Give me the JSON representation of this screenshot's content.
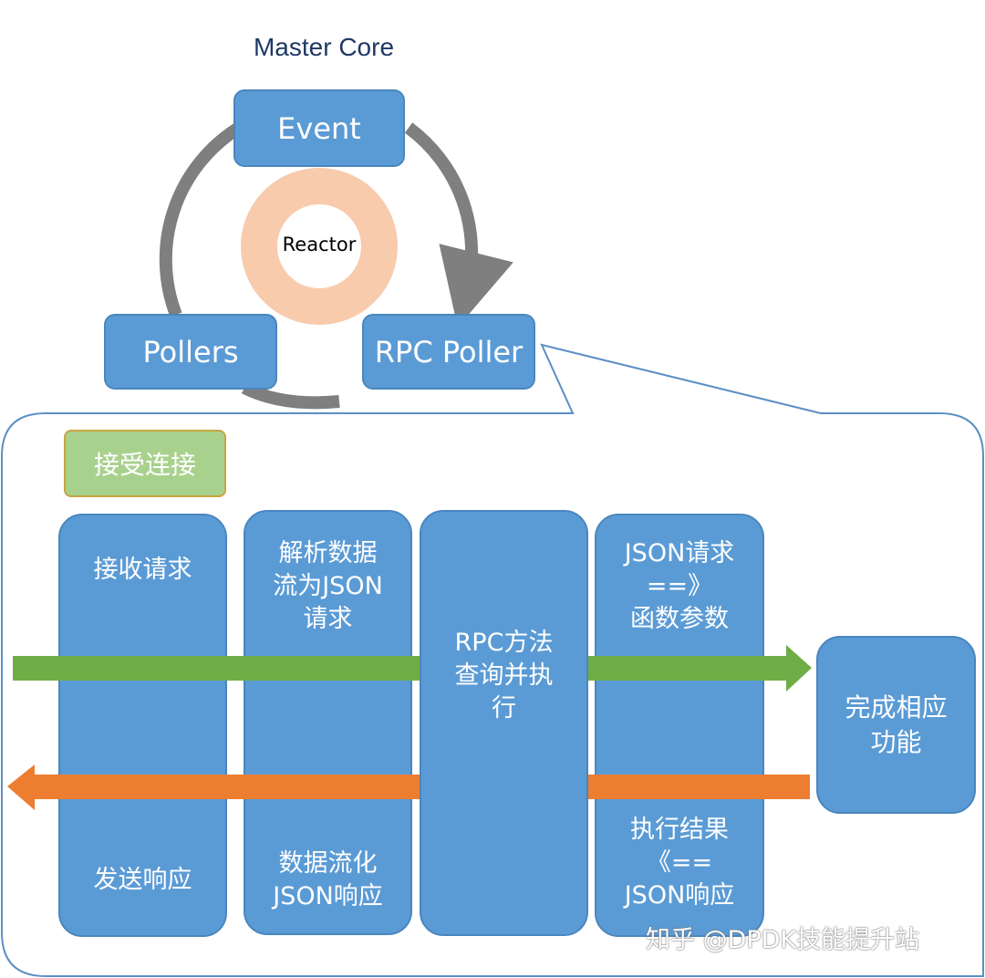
{
  "title": "Master Core",
  "cycle": {
    "event": "Event",
    "rpc_poller": "RPC Poller",
    "pollers": "Pollers",
    "center": "Reactor"
  },
  "detail": {
    "accept_connection": "接受连接",
    "columns": [
      {
        "top": "接收请求",
        "bottom": "发送响应"
      },
      {
        "top": "解析数据\n流为JSON\n请求",
        "bottom": "数据流化\nJSON响应"
      },
      {
        "middle": "RPC方法\n查询并执\n行"
      },
      {
        "top": "JSON请求\n==》\n函数参数",
        "bottom": "执行结果\n《==\nJSON响应"
      }
    ],
    "target": "完成相应\n功能"
  },
  "watermark": "知乎 @DPDK技能提升站",
  "colors": {
    "box_blue": "#5b9bd5",
    "arrow_gray": "#7f7f7f",
    "reactor_ring": "#f8cbad",
    "request_arrow": "#70ad47",
    "response_arrow": "#ed7d31",
    "accept_fill": "#a9d18e",
    "title_text": "#1f3864"
  }
}
